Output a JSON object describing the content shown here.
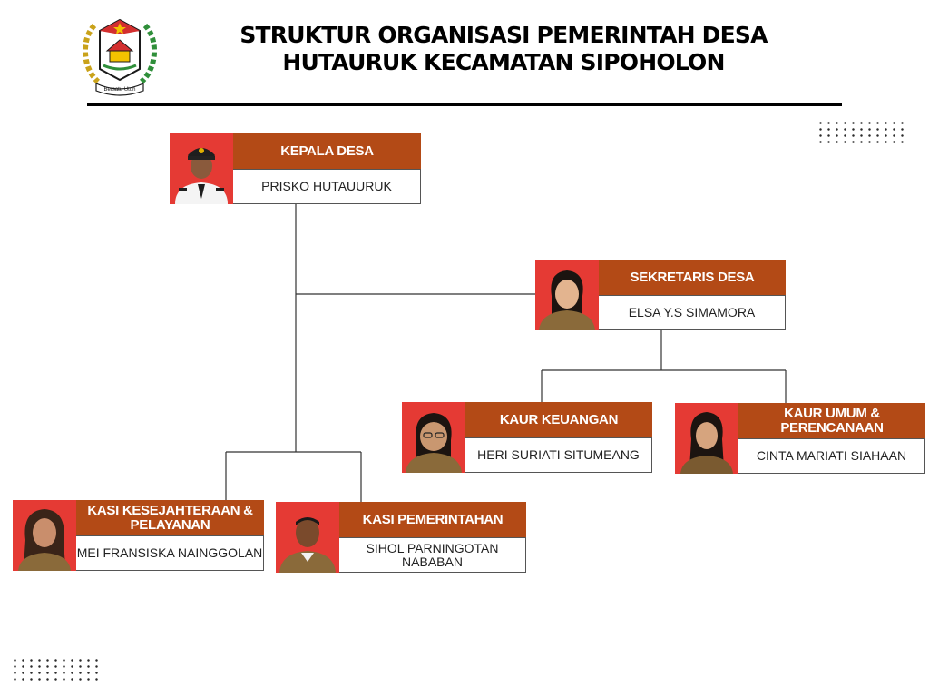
{
  "title": {
    "line1": "STRUKTUR ORGANISASI PEMERINTAH DESA",
    "line2": "HUTAURUK KECAMATAN SIPOHOLON"
  },
  "logo": {
    "motto": "Bersatu Utuh"
  },
  "nodes": [
    {
      "id": "kepala",
      "role": "KEPALA DESA",
      "name": "PRISKO HUTAUURUK"
    },
    {
      "id": "sekretaris",
      "role": "SEKRETARIS DESA",
      "name": "ELSA Y.S SIMAMORA"
    },
    {
      "id": "kaur_keuangan",
      "role": "KAUR KEUANGAN",
      "name": "HERI SURIATI SITUMEANG"
    },
    {
      "id": "kaur_umum",
      "role": "KAUR UMUM & PERENCANAAN",
      "name": "CINTA MARIATI SIAHAAN"
    },
    {
      "id": "kasi_kesejahteraan",
      "role": "KASI KESEJAHTERAAN & PELAYANAN",
      "name": "MEI FRANSISKA NAINGGOLAN"
    },
    {
      "id": "kasi_pemerintahan",
      "role": "KASI PEMERINTAHAN",
      "name": "SIHOL PARNINGOTAN NABABAN"
    }
  ],
  "colors": {
    "header": "#b34a16",
    "photo_bg": "#e53a34",
    "line": "#333333"
  }
}
